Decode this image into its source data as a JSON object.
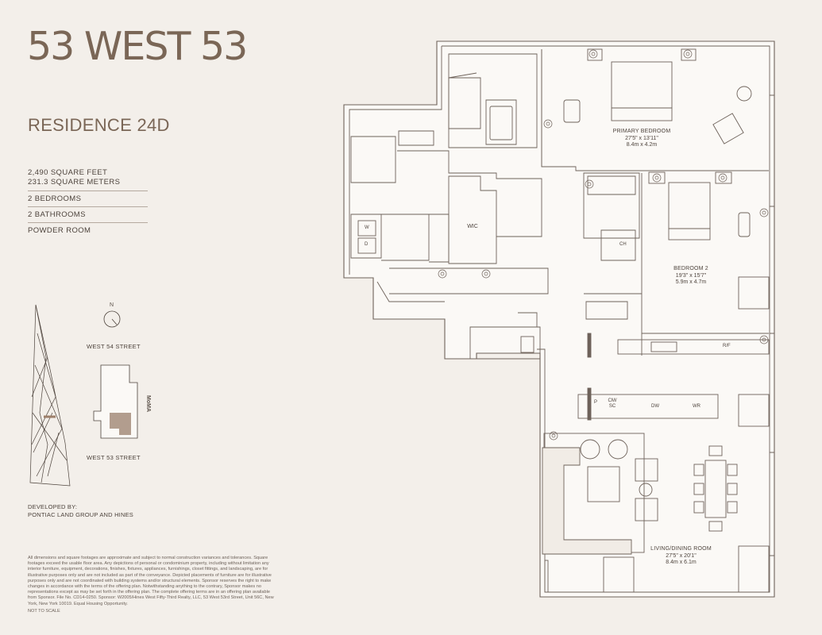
{
  "brand": "53 WEST 53",
  "residence": "RESIDENCE 24D",
  "facts": {
    "square_feet": "2,490 SQUARE FEET",
    "square_meters": "231.3 SQUARE METERS",
    "bedrooms": "2 BEDROOMS",
    "bathrooms": "2 BATHROOMS",
    "powder": "POWDER ROOM"
  },
  "compass": {
    "north": "N"
  },
  "streets": {
    "north": "WEST 54 STREET",
    "south": "WEST 53 STREET",
    "east": "MoMA"
  },
  "developer": {
    "line1": "DEVELOPED BY:",
    "line2": "PONTIAC LAND GROUP AND HINES"
  },
  "disclaimer": "All dimensions and square footages are approximate and subject to normal construction variances and tolerances. Square footages exceed the usable floor area. Any depictions of personal or condominium property, including without limitation any interior furniture, equipment, decorations, finishes, fixtures, appliances, furnishings, closet fittings, and landscaping, are for illustrative purposes only and are not included as part of the conveyance. Depicted placements of furniture are for illustrative purposes only and are not coordinated with building systems and/or structural elements. Sponsor reserves the right to make changes in accordance with the terms of the offering plan. Notwithstanding anything to the contrary, Sponsor makes no representations except as may be set forth in the offering plan. The complete offering terms are in an offering plan available from Sponsor. File No. CD14-0250. Sponsor: W2005/Hines West Fifty-Third Realty, LLC, 53 West 53rd Street, Unit 56C, New York, New York 10019. Equal Housing Opportunity.",
  "not_to_scale": "NOT TO SCALE",
  "rooms": {
    "primary": {
      "name": "PRIMARY BEDROOM",
      "imperial": "27'5\" x 13'11\"",
      "metric": "8.4m x 4.2m"
    },
    "bedroom2": {
      "name": "BEDROOM 2",
      "imperial": "19'3\" x 15'7\"",
      "metric": "5.9m x 4.7m"
    },
    "living": {
      "name": "LIVING/DINING ROOM",
      "imperial": "27'5\" x 20'1\"",
      "metric": "8.4m x 6.1m"
    },
    "wic": "WIC"
  },
  "tags": {
    "washer": "W",
    "dryer": "D",
    "ch": "CH",
    "cm_sc": "CM/ SC",
    "dw": "DW",
    "wr": "WR",
    "p": "P",
    "rf": "R/F"
  },
  "colors": {
    "background": "#f3efea",
    "line": "#6e625a",
    "brand": "#7a6656",
    "floor": "#fbf9f6",
    "column": "#b29d8e"
  }
}
